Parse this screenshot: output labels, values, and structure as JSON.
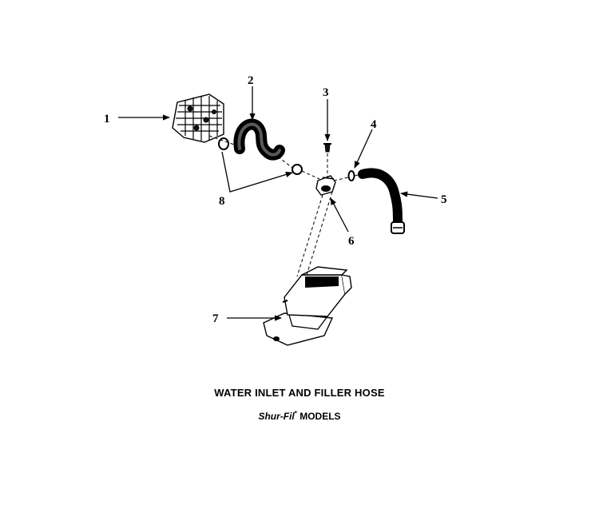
{
  "callouts": {
    "c1": "1",
    "c2": "2",
    "c3": "3",
    "c4": "4",
    "c5": "5",
    "c6": "6",
    "c7": "7",
    "c8": "8"
  },
  "caption": {
    "title": "WATER INLET AND FILLER HOSE",
    "subtitle_italic": "Shur-Fil",
    "subtitle_mark": "*",
    "subtitle_rest": " MODELS"
  }
}
